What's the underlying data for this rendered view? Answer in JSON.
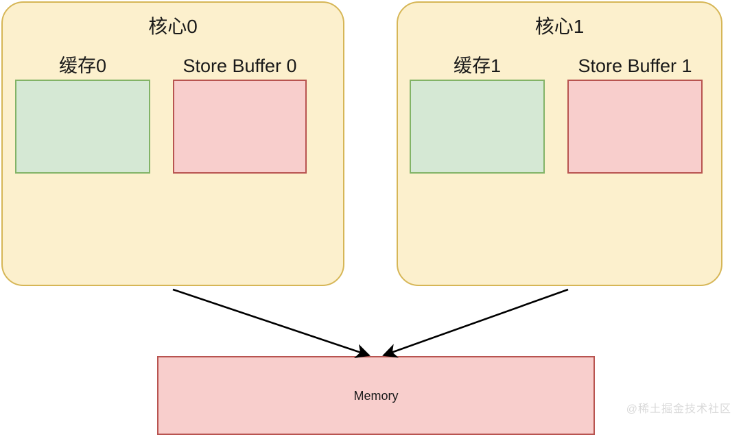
{
  "diagram": {
    "title_implicit": "",
    "cores": [
      {
        "title": "核心0",
        "units": [
          {
            "label": "缓存0",
            "kind": "cache",
            "fill": "#d5e8d4",
            "stroke": "#82b366"
          },
          {
            "label": "Store Buffer 0",
            "kind": "store-buffer",
            "fill": "#f8cecc",
            "stroke": "#b85450"
          }
        ]
      },
      {
        "title": "核心1",
        "units": [
          {
            "label": "缓存1",
            "kind": "cache",
            "fill": "#d5e8d4",
            "stroke": "#82b366"
          },
          {
            "label": "Store Buffer 1",
            "kind": "store-buffer",
            "fill": "#f8cecc",
            "stroke": "#b85450"
          }
        ]
      }
    ],
    "memory": {
      "label": "Memory",
      "fill": "#f8cecc",
      "stroke": "#b85450"
    },
    "arrows": [
      {
        "name": "core0-to-memory",
        "from": [
          252,
          422
        ],
        "to": [
          540,
          519
        ]
      },
      {
        "name": "core1-to-memory",
        "from": [
          828,
          422
        ],
        "to": [
          557,
          519
        ]
      }
    ],
    "colors": {
      "core_fill": "#fcf0cd",
      "core_stroke": "#d6b656",
      "cache_fill": "#d5e8d4",
      "cache_stroke": "#82b366",
      "buffer_fill": "#f8cecc",
      "buffer_stroke": "#b85450",
      "arrow": "#000000",
      "watermark": "#d9d9d9",
      "background": "#ffffff"
    },
    "watermark": "@稀土掘金技术社区"
  }
}
